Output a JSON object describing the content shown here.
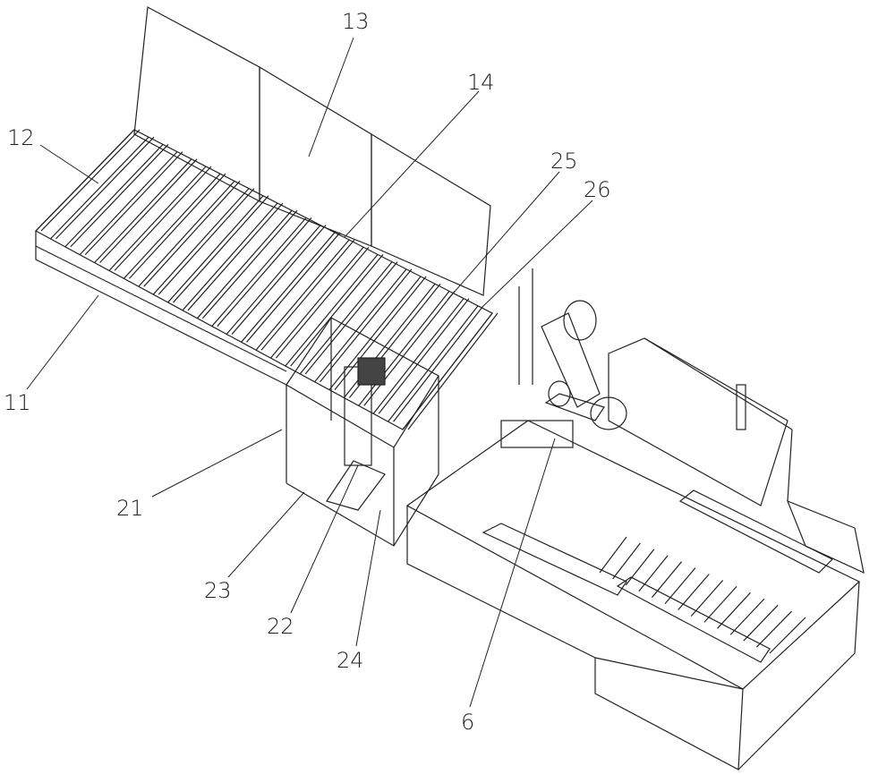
{
  "figure": {
    "labels": [
      {
        "id": "label-13",
        "text": "13"
      },
      {
        "id": "label-14",
        "text": "14"
      },
      {
        "id": "label-12",
        "text": "12"
      },
      {
        "id": "label-25",
        "text": "25"
      },
      {
        "id": "label-26",
        "text": "26"
      },
      {
        "id": "label-11",
        "text": "11"
      },
      {
        "id": "label-21",
        "text": "21"
      },
      {
        "id": "label-23",
        "text": "23"
      },
      {
        "id": "label-22",
        "text": "22"
      },
      {
        "id": "label-24",
        "text": "24"
      },
      {
        "id": "label-6",
        "text": "6"
      }
    ]
  }
}
